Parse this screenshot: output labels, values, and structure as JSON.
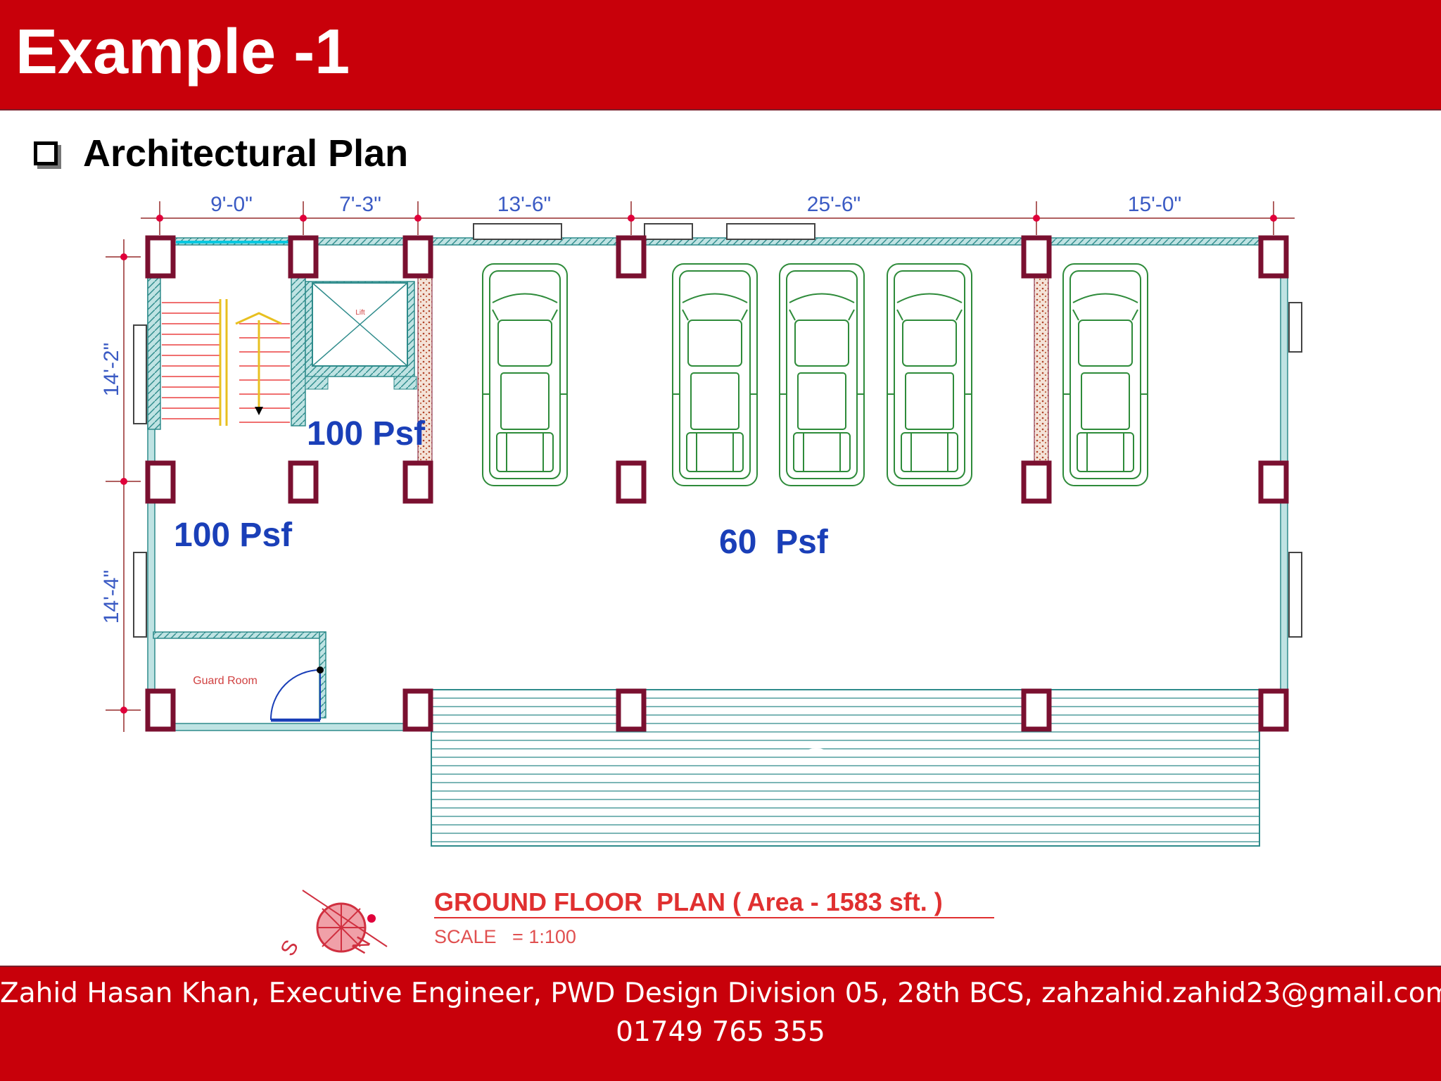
{
  "slide": {
    "title": "Example -1",
    "subtitle": "Architectural Plan"
  },
  "plan": {
    "dimensions_top": [
      "9'-0\"",
      "7'-3\"",
      "13'-6\"",
      "25'-6\"",
      "15'-0\""
    ],
    "dimensions_left": [
      "14'-2\"",
      "14'-4\""
    ],
    "rooms": {
      "lift": "Lift",
      "guard_room": "Guard Room"
    },
    "loads": {
      "stair_lift_zone": "100 Psf",
      "lobby_zone": "100 Psf",
      "parking_zone": "60  Psf"
    },
    "caption": "GROUND FLOOR  PLAN ( Area - 1583 sft. )",
    "scale": "SCALE   = 1:100",
    "compass": {
      "south": "S",
      "north": "N"
    }
  },
  "footer": {
    "line1": "Zahid Hasan Khan, Executive Engineer, PWD Design Division 05, 28th BCS, zahzahid.zahid23@gmail.com",
    "line2": "01749 765 355"
  },
  "colors": {
    "brand_red": "#c8000a",
    "load_blue": "#1a3fb8",
    "wall_teal": "#2e8b8b",
    "column_maroon": "#7a1030",
    "car_green": "#2e8b3a",
    "dimension_blue": "#3b5bc4"
  }
}
